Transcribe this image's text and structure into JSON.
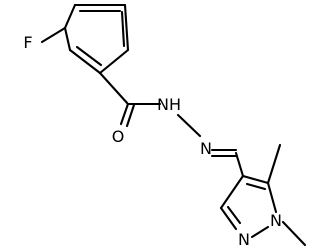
{
  "molecule": {
    "atoms": {
      "fluorine": "F",
      "carbonyl_oxygen": "O",
      "amide_nitrogen": "NH",
      "hydrazone_nitrogen": "N",
      "pyrazole_n1": "N",
      "pyrazole_n2": "N"
    }
  },
  "colors": {
    "bond": "#000000",
    "label": "#000000",
    "background": "#ffffff"
  }
}
